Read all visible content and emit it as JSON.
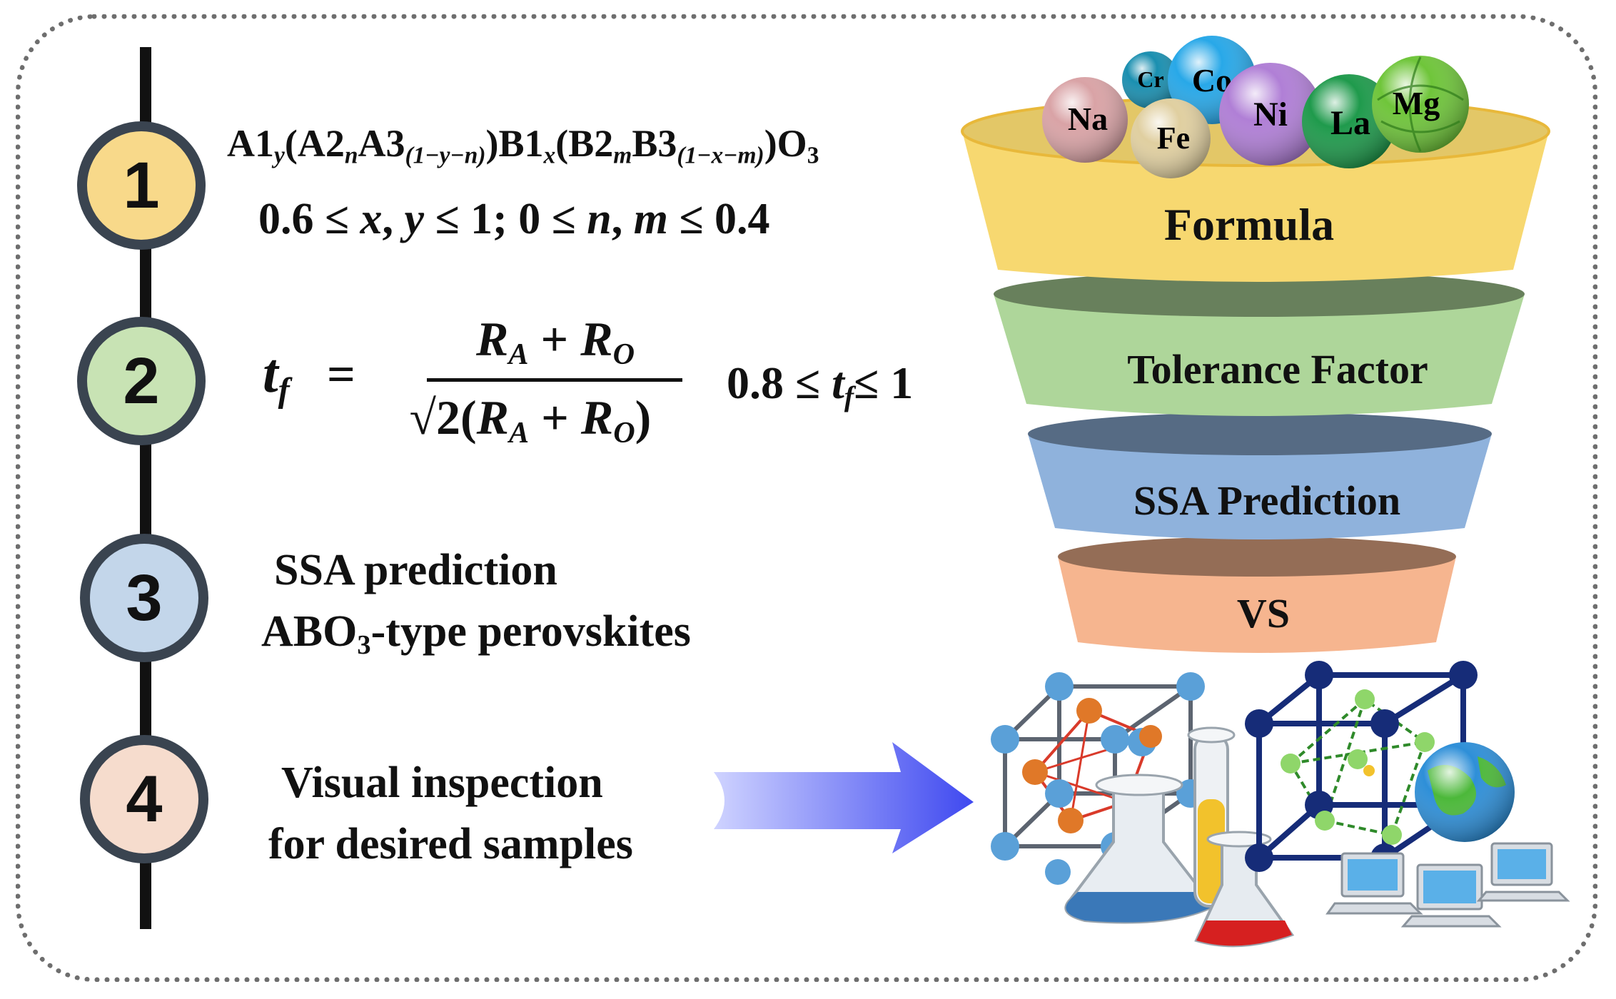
{
  "steps": [
    {
      "number": "1",
      "color": "#f8d98a"
    },
    {
      "number": "2",
      "color": "#c8e3b4"
    },
    {
      "number": "3",
      "color": "#c3d6ea"
    },
    {
      "number": "4",
      "color": "#f6dccd"
    }
  ],
  "step1": {
    "formula": {
      "a1": "A1",
      "y": "y",
      "a2": "(A2",
      "n": "n",
      "a3": "A3",
      "sub_a3": "(1−y−n)",
      "b1": ")B1",
      "x": "x",
      "b2": "(B2",
      "m": "m",
      "b3": "B3",
      "sub_b3": "(1−x−m)",
      "o": ")O",
      "o_sub": "3"
    },
    "constraint": {
      "part1": "0.6 ≤ ",
      "x": "x",
      "comma1": ", ",
      "y": "y",
      "part2": " ≤ 1;  0 ≤ ",
      "n": "n",
      "comma2": ", ",
      "m": "m",
      "part3": " ≤  0.4"
    }
  },
  "step2": {
    "t": "t",
    "f": "f",
    "equals": "=",
    "numerator": {
      "r1": "R",
      "a": "A",
      "plus": " + ",
      "r2": "R",
      "o": "O"
    },
    "denominator": {
      "sqrt": "√2(",
      "r1": "R",
      "a": "A",
      "plus": " + ",
      "r2": "R",
      "o": "O",
      "close": ")"
    },
    "range": {
      "lo": "0.8 ≤ ",
      "t": "t",
      "f": "f",
      "hi": "≤ 1"
    }
  },
  "step3": {
    "line1": "SSA prediction",
    "line2_pre": "ABO",
    "line2_sub": "3",
    "line2_post": "-type perovskites"
  },
  "step4": {
    "line1": "Visual inspection",
    "line2": "for desired samples"
  },
  "funnel": {
    "labels": [
      "Formula",
      "Tolerance Factor",
      "SSA Prediction",
      "VS"
    ],
    "colors": [
      "#f7d870",
      "#aed69a",
      "#8fb2dc",
      "#f6b58f"
    ]
  },
  "elements": [
    {
      "symbol": "Na",
      "color": "#d9a3a6"
    },
    {
      "symbol": "Cr",
      "color": "#1a8fb0"
    },
    {
      "symbol": "Co",
      "color": "#28a8e8"
    },
    {
      "symbol": "Fe",
      "color": "#e0cfa0"
    },
    {
      "symbol": "Ni",
      "color": "#b07fd6"
    },
    {
      "symbol": "La",
      "color": "#1f9a4c"
    },
    {
      "symbol": "Mg",
      "color": "#6fc53a"
    }
  ]
}
